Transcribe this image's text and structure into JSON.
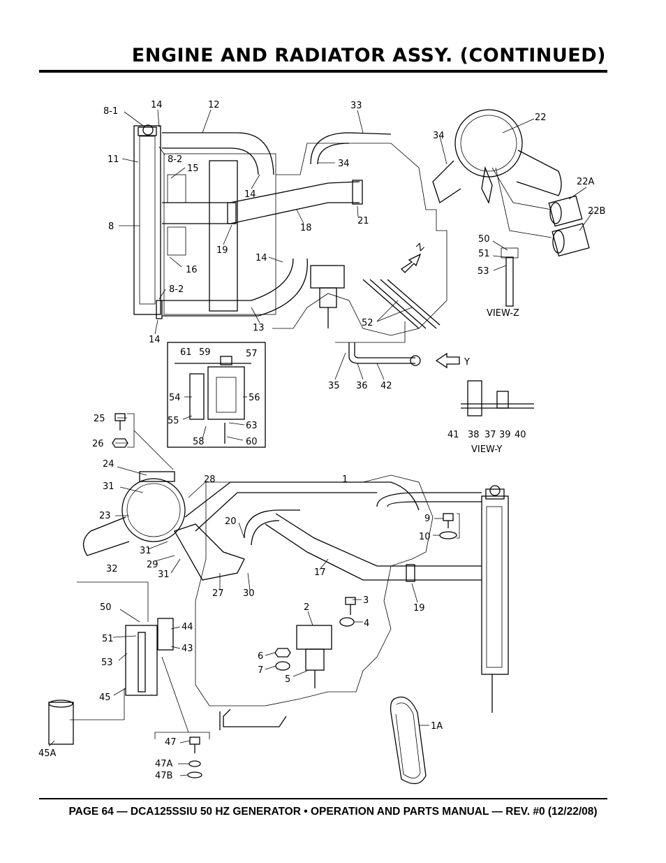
{
  "header": {
    "title": "ENGINE AND RADIATOR ASSY. (CONTINUED)"
  },
  "footer": {
    "text": "PAGE 64 — DCA125SSIU 50 HZ GENERATOR • OPERATION AND PARTS MANUAL — REV. #0 (12/22/08)"
  },
  "callouts": [
    {
      "id": "c-8-1",
      "text": "8-1"
    },
    {
      "id": "c-14a",
      "text": "14"
    },
    {
      "id": "c-12",
      "text": "12"
    },
    {
      "id": "c-33",
      "text": "33"
    },
    {
      "id": "c-22",
      "text": "22"
    },
    {
      "id": "c-34a",
      "text": "34"
    },
    {
      "id": "c-8-2a",
      "text": "8-2"
    },
    {
      "id": "c-11",
      "text": "11"
    },
    {
      "id": "c-15",
      "text": "15"
    },
    {
      "id": "c-34b",
      "text": "34"
    },
    {
      "id": "c-22A",
      "text": "22A"
    },
    {
      "id": "c-14b",
      "text": "14"
    },
    {
      "id": "c-22B",
      "text": "22B"
    },
    {
      "id": "c-8",
      "text": "8"
    },
    {
      "id": "c-21",
      "text": "21"
    },
    {
      "id": "c-18",
      "text": "18"
    },
    {
      "id": "c-19a",
      "text": "19"
    },
    {
      "id": "c-50a",
      "text": "50"
    },
    {
      "id": "c-51a",
      "text": "51"
    },
    {
      "id": "c-16",
      "text": "16"
    },
    {
      "id": "c-14c",
      "text": "14"
    },
    {
      "id": "c-53a",
      "text": "53"
    },
    {
      "id": "c-8-2b",
      "text": "8-2"
    },
    {
      "id": "c-viewz",
      "text": "VIEW-Z"
    },
    {
      "id": "c-z",
      "text": "Z"
    },
    {
      "id": "c-52",
      "text": "52"
    },
    {
      "id": "c-13",
      "text": "13"
    },
    {
      "id": "c-14d",
      "text": "14"
    },
    {
      "id": "c-61",
      "text": "61"
    },
    {
      "id": "c-59",
      "text": "59"
    },
    {
      "id": "c-57",
      "text": "57"
    },
    {
      "id": "c-y",
      "text": "Y"
    },
    {
      "id": "c-35",
      "text": "35"
    },
    {
      "id": "c-36",
      "text": "36"
    },
    {
      "id": "c-42",
      "text": "42"
    },
    {
      "id": "c-54",
      "text": "54"
    },
    {
      "id": "c-56",
      "text": "56"
    },
    {
      "id": "c-55",
      "text": "55"
    },
    {
      "id": "c-63",
      "text": "63"
    },
    {
      "id": "c-25",
      "text": "25"
    },
    {
      "id": "c-58",
      "text": "58"
    },
    {
      "id": "c-60",
      "text": "60"
    },
    {
      "id": "c-26",
      "text": "26"
    },
    {
      "id": "c-41",
      "text": "41"
    },
    {
      "id": "c-38",
      "text": "38"
    },
    {
      "id": "c-37",
      "text": "37"
    },
    {
      "id": "c-39",
      "text": "39"
    },
    {
      "id": "c-40",
      "text": "40"
    },
    {
      "id": "c-viewy",
      "text": "VIEW-Y"
    },
    {
      "id": "c-24",
      "text": "24"
    },
    {
      "id": "c-1",
      "text": "1"
    },
    {
      "id": "c-28",
      "text": "28"
    },
    {
      "id": "c-31a",
      "text": "31"
    },
    {
      "id": "c-23",
      "text": "23"
    },
    {
      "id": "c-20",
      "text": "20"
    },
    {
      "id": "c-9",
      "text": "9"
    },
    {
      "id": "c-10",
      "text": "10"
    },
    {
      "id": "c-31b",
      "text": "31"
    },
    {
      "id": "c-32",
      "text": "32"
    },
    {
      "id": "c-29",
      "text": "29"
    },
    {
      "id": "c-31c",
      "text": "31"
    },
    {
      "id": "c-27",
      "text": "27"
    },
    {
      "id": "c-30",
      "text": "30"
    },
    {
      "id": "c-17",
      "text": "17"
    },
    {
      "id": "c-19b",
      "text": "19"
    },
    {
      "id": "c-3",
      "text": "3"
    },
    {
      "id": "c-2",
      "text": "2"
    },
    {
      "id": "c-50b",
      "text": "50"
    },
    {
      "id": "c-4",
      "text": "4"
    },
    {
      "id": "c-44",
      "text": "44"
    },
    {
      "id": "c-51b",
      "text": "51"
    },
    {
      "id": "c-43",
      "text": "43"
    },
    {
      "id": "c-6",
      "text": "6"
    },
    {
      "id": "c-53b",
      "text": "53"
    },
    {
      "id": "c-7",
      "text": "7"
    },
    {
      "id": "c-5",
      "text": "5"
    },
    {
      "id": "c-45",
      "text": "45"
    },
    {
      "id": "c-1A",
      "text": "1A"
    },
    {
      "id": "c-45A",
      "text": "45A"
    },
    {
      "id": "c-47",
      "text": "47"
    },
    {
      "id": "c-47A",
      "text": "47A"
    },
    {
      "id": "c-47B",
      "text": "47B"
    }
  ]
}
